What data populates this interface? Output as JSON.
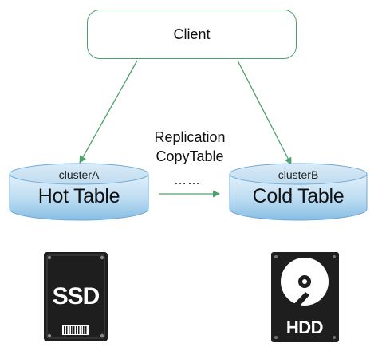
{
  "client": {
    "label": "Client"
  },
  "replication": {
    "line1": "Replication",
    "line2": "CopyTable",
    "dots": "……"
  },
  "cluster_a": {
    "cluster_label": "clusterA",
    "table_label": "Hot Table"
  },
  "cluster_b": {
    "cluster_label": "clusterB",
    "table_label": "Cold Table"
  },
  "ssd_drive": {
    "icon": "ssd-icon",
    "text": "SSD"
  },
  "hdd_drive": {
    "icon": "hdd-icon",
    "text": "HDD"
  },
  "colors": {
    "line_green": "#4ea16a",
    "cylinder_top": "#cfe6f6",
    "cylinder_body_light": "#dcedf8",
    "cylinder_body_dark": "#8bbfe5",
    "cylinder_stroke": "#6fa9d6",
    "drive_dark": "#1e1e1e",
    "drive_text": "#ffffff"
  }
}
